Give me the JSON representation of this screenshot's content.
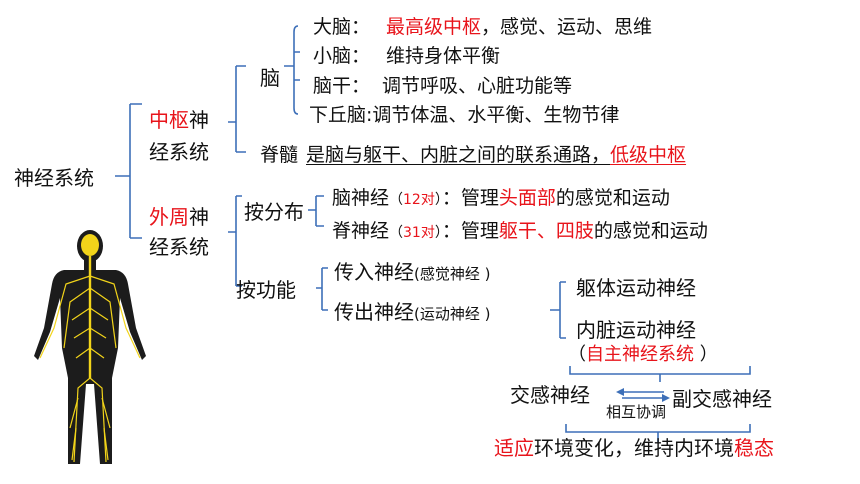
{
  "root": "神经系统",
  "central": {
    "label_red": "中枢",
    "label_rest1": "神",
    "label_rest2": "经系统",
    "brain": {
      "label": "脑",
      "items": [
        {
          "name": "大脑：",
          "red": "最高级中枢",
          "rest": "，感觉、运动、思维"
        },
        {
          "name": "小脑：",
          "desc": "维持身体平衡"
        },
        {
          "name": "脑干：",
          "desc": "调节呼吸、心脏功能等"
        },
        {
          "name": "下丘脑:",
          "desc": "调节体温、水平衡、生物节律"
        }
      ]
    },
    "spinal": {
      "name": "脊髓",
      "desc": "是脑与躯干、内脏之间的联系通路，",
      "red": "低级中枢"
    }
  },
  "peripheral": {
    "label_red": "外周",
    "label_rest1": "神",
    "label_rest2": "经系统",
    "by_distribution": {
      "label": "按分布",
      "cranial": {
        "name": "脑神经",
        "count_open": "（",
        "count": "12对",
        "count_close": "）",
        "pre": "：管理",
        "red": "头面部",
        "post": "的感觉和运动"
      },
      "spinal": {
        "name": "脊神经",
        "count_open": "（",
        "count": "31对",
        "count_close": "）",
        "pre": "：管理",
        "red": "躯干、四肢",
        "post": "的感觉和运动"
      }
    },
    "by_function": {
      "label": "按功能",
      "afferent": {
        "name": "传入神经",
        "sub": "(感觉神经 )"
      },
      "efferent": {
        "name": "传出神经",
        "sub": "(运动神经 )"
      },
      "somatic": "躯体运动神经",
      "visceral": "内脏运动神经",
      "autonomic": {
        "open": "（",
        "red": "自主神经系统",
        "close": " ）"
      },
      "sympathetic": "交感神经",
      "parasympathetic": "副交感神经",
      "coordination": "相互协调",
      "summary": {
        "red1": "适应",
        "mid": "环境变化，维持内环境",
        "red2": "稳态"
      }
    }
  },
  "colors": {
    "red": "#e8141b",
    "bracket": "#3d6fb8",
    "nerve": "#f2d41a",
    "body": "#1a1a1a"
  }
}
